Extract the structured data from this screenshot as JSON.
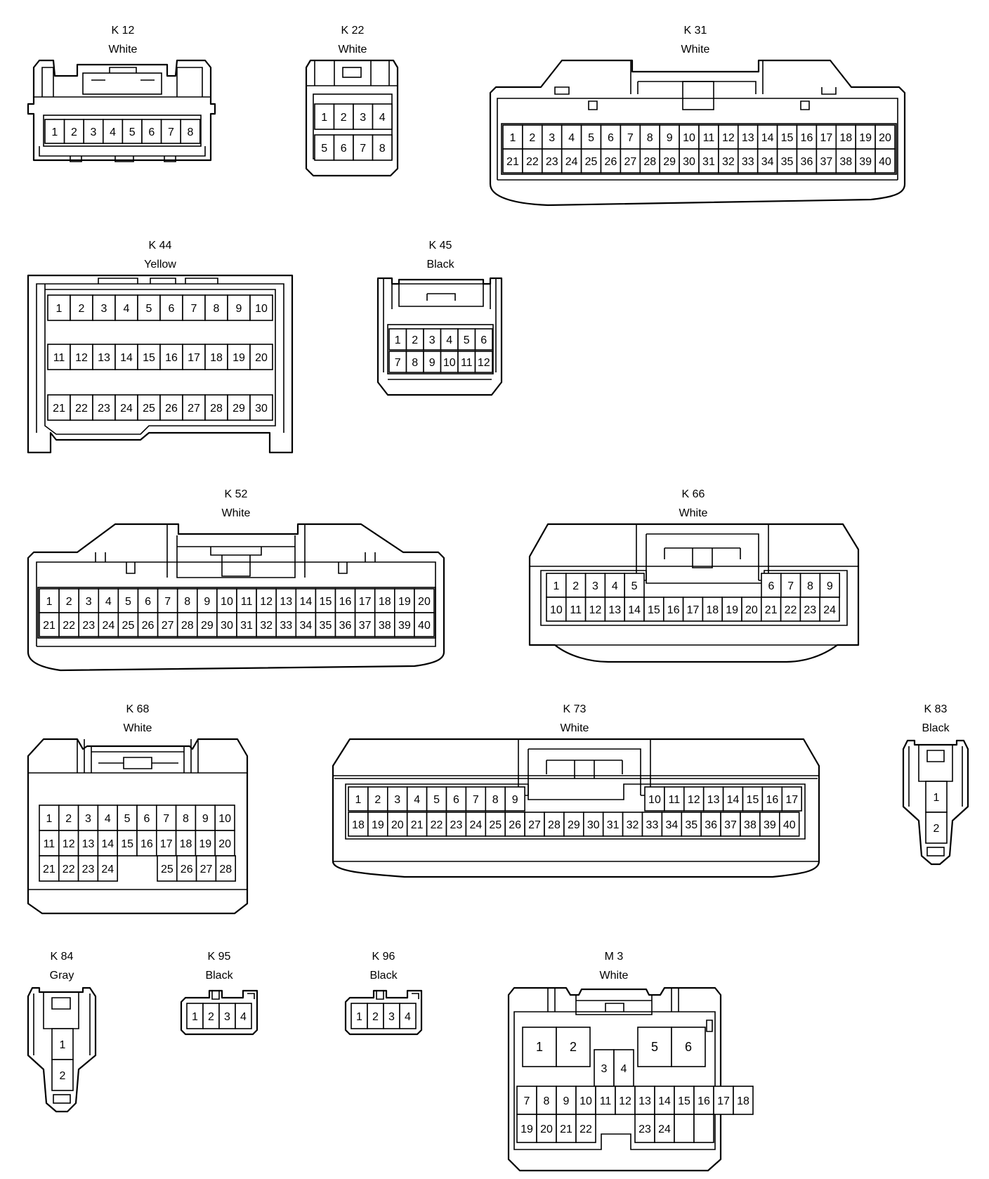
{
  "connectors": [
    {
      "id": "K12",
      "code": "K 12",
      "color": "White",
      "pins": [
        "1",
        "2",
        "3",
        "4",
        "5",
        "6",
        "7",
        "8"
      ]
    },
    {
      "id": "K22",
      "code": "K 22",
      "color": "White",
      "pins": [
        "1",
        "2",
        "3",
        "4",
        "5",
        "6",
        "7",
        "8"
      ]
    },
    {
      "id": "K31",
      "code": "K 31",
      "color": "White",
      "pins": [
        "1",
        "2",
        "3",
        "4",
        "5",
        "6",
        "7",
        "8",
        "9",
        "10",
        "11",
        "12",
        "13",
        "14",
        "15",
        "16",
        "17",
        "18",
        "19",
        "20",
        "21",
        "22",
        "23",
        "24",
        "25",
        "26",
        "27",
        "28",
        "29",
        "30",
        "31",
        "32",
        "33",
        "34",
        "35",
        "36",
        "37",
        "38",
        "39",
        "40"
      ]
    },
    {
      "id": "K44",
      "code": "K 44",
      "color": "Yellow",
      "pins": [
        "1",
        "2",
        "3",
        "4",
        "5",
        "6",
        "7",
        "8",
        "9",
        "10",
        "11",
        "12",
        "13",
        "14",
        "15",
        "16",
        "17",
        "18",
        "19",
        "20",
        "21",
        "22",
        "23",
        "24",
        "25",
        "26",
        "27",
        "28",
        "29",
        "30"
      ]
    },
    {
      "id": "K45",
      "code": "K 45",
      "color": "Black",
      "pins": [
        "1",
        "2",
        "3",
        "4",
        "5",
        "6",
        "7",
        "8",
        "9",
        "10",
        "11",
        "12"
      ]
    },
    {
      "id": "K52",
      "code": "K 52",
      "color": "White",
      "pins": [
        "1",
        "2",
        "3",
        "4",
        "5",
        "6",
        "7",
        "8",
        "9",
        "10",
        "11",
        "12",
        "13",
        "14",
        "15",
        "16",
        "17",
        "18",
        "19",
        "20",
        "21",
        "22",
        "23",
        "24",
        "25",
        "26",
        "27",
        "28",
        "29",
        "30",
        "31",
        "32",
        "33",
        "34",
        "35",
        "36",
        "37",
        "38",
        "39",
        "40"
      ]
    },
    {
      "id": "K66",
      "code": "K 66",
      "color": "White",
      "pins": [
        "1",
        "2",
        "3",
        "4",
        "5",
        "6",
        "7",
        "8",
        "9",
        "10",
        "11",
        "12",
        "13",
        "14",
        "15",
        "16",
        "17",
        "18",
        "19",
        "20",
        "21",
        "22",
        "23",
        "24"
      ]
    },
    {
      "id": "K68",
      "code": "K 68",
      "color": "White",
      "pins": [
        "1",
        "2",
        "3",
        "4",
        "5",
        "6",
        "7",
        "8",
        "9",
        "10",
        "11",
        "12",
        "13",
        "14",
        "15",
        "16",
        "17",
        "18",
        "19",
        "20",
        "21",
        "22",
        "23",
        "24",
        "25",
        "26",
        "27",
        "28"
      ]
    },
    {
      "id": "K73",
      "code": "K 73",
      "color": "White",
      "pins": [
        "1",
        "2",
        "3",
        "4",
        "5",
        "6",
        "7",
        "8",
        "9",
        "10",
        "11",
        "12",
        "13",
        "14",
        "15",
        "16",
        "17",
        "18",
        "19",
        "20",
        "21",
        "22",
        "23",
        "24",
        "25",
        "26",
        "27",
        "28",
        "29",
        "30",
        "31",
        "32",
        "33",
        "34",
        "35",
        "36",
        "37",
        "38",
        "39",
        "40"
      ]
    },
    {
      "id": "K83",
      "code": "K 83",
      "color": "Black",
      "pins": [
        "1",
        "2"
      ]
    },
    {
      "id": "K84",
      "code": "K 84",
      "color": "Gray",
      "pins": [
        "1",
        "2"
      ]
    },
    {
      "id": "K95",
      "code": "K 95",
      "color": "Black",
      "pins": [
        "1",
        "2",
        "3",
        "4"
      ]
    },
    {
      "id": "K96",
      "code": "K 96",
      "color": "Black",
      "pins": [
        "1",
        "2",
        "3",
        "4"
      ]
    },
    {
      "id": "M3",
      "code": "M 3",
      "color": "White",
      "pins": [
        "1",
        "2",
        "3",
        "4",
        "5",
        "6",
        "7",
        "8",
        "9",
        "10",
        "11",
        "12",
        "13",
        "14",
        "15",
        "16",
        "17",
        "18",
        "19",
        "20",
        "21",
        "22",
        "23",
        "24"
      ]
    }
  ]
}
